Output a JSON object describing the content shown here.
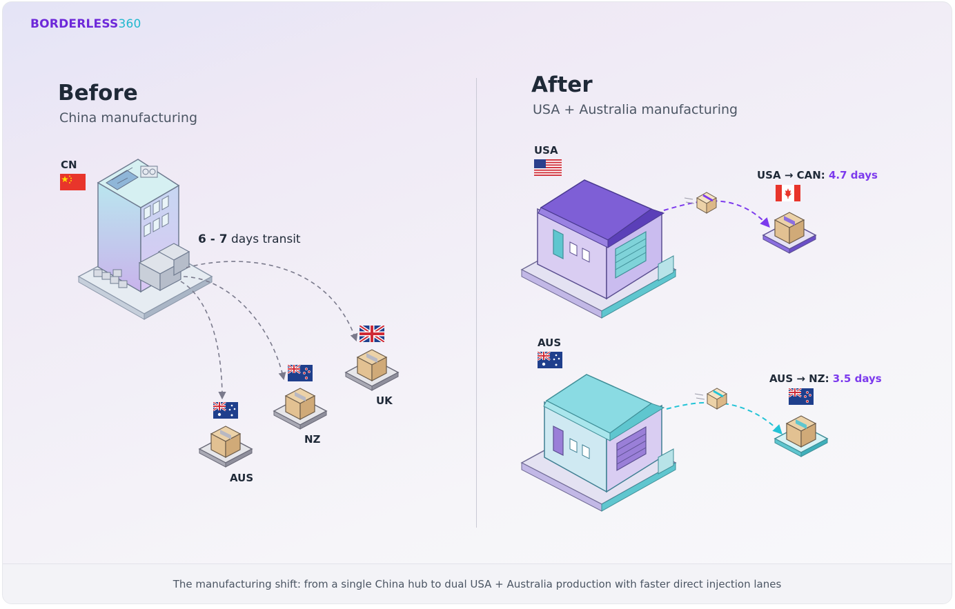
{
  "brand": {
    "part1": "BORDERLESS",
    "part2": "360"
  },
  "before": {
    "title": "Before",
    "subtitle": "China manufacturing",
    "origin_label": "CN",
    "transit_bold": "6 - 7",
    "transit_rest": " days transit",
    "destinations": [
      {
        "label": "AUS",
        "flag": "au-flag"
      },
      {
        "label": "NZ",
        "flag": "nz-flag"
      },
      {
        "label": "UK",
        "flag": "uk-flag"
      }
    ]
  },
  "after": {
    "title": "After",
    "subtitle": "USA + Australia manufacturing",
    "hubs": [
      {
        "label": "USA",
        "lane_prefix": "USA → CAN: ",
        "lane_days": "4.7 days",
        "accent": "#7c3aed"
      },
      {
        "label": "AUS",
        "lane_prefix": "AUS → NZ: ",
        "lane_days": "3.5 days",
        "accent": "#22c3d6"
      }
    ]
  },
  "footer": {
    "caption": "The manufacturing shift: from a single China hub to dual USA + Australia production with faster direct injection lanes"
  },
  "colors": {
    "purple": "#7c3aed",
    "cyan": "#22c3d6",
    "dash_gray": "#7a7a8c"
  }
}
